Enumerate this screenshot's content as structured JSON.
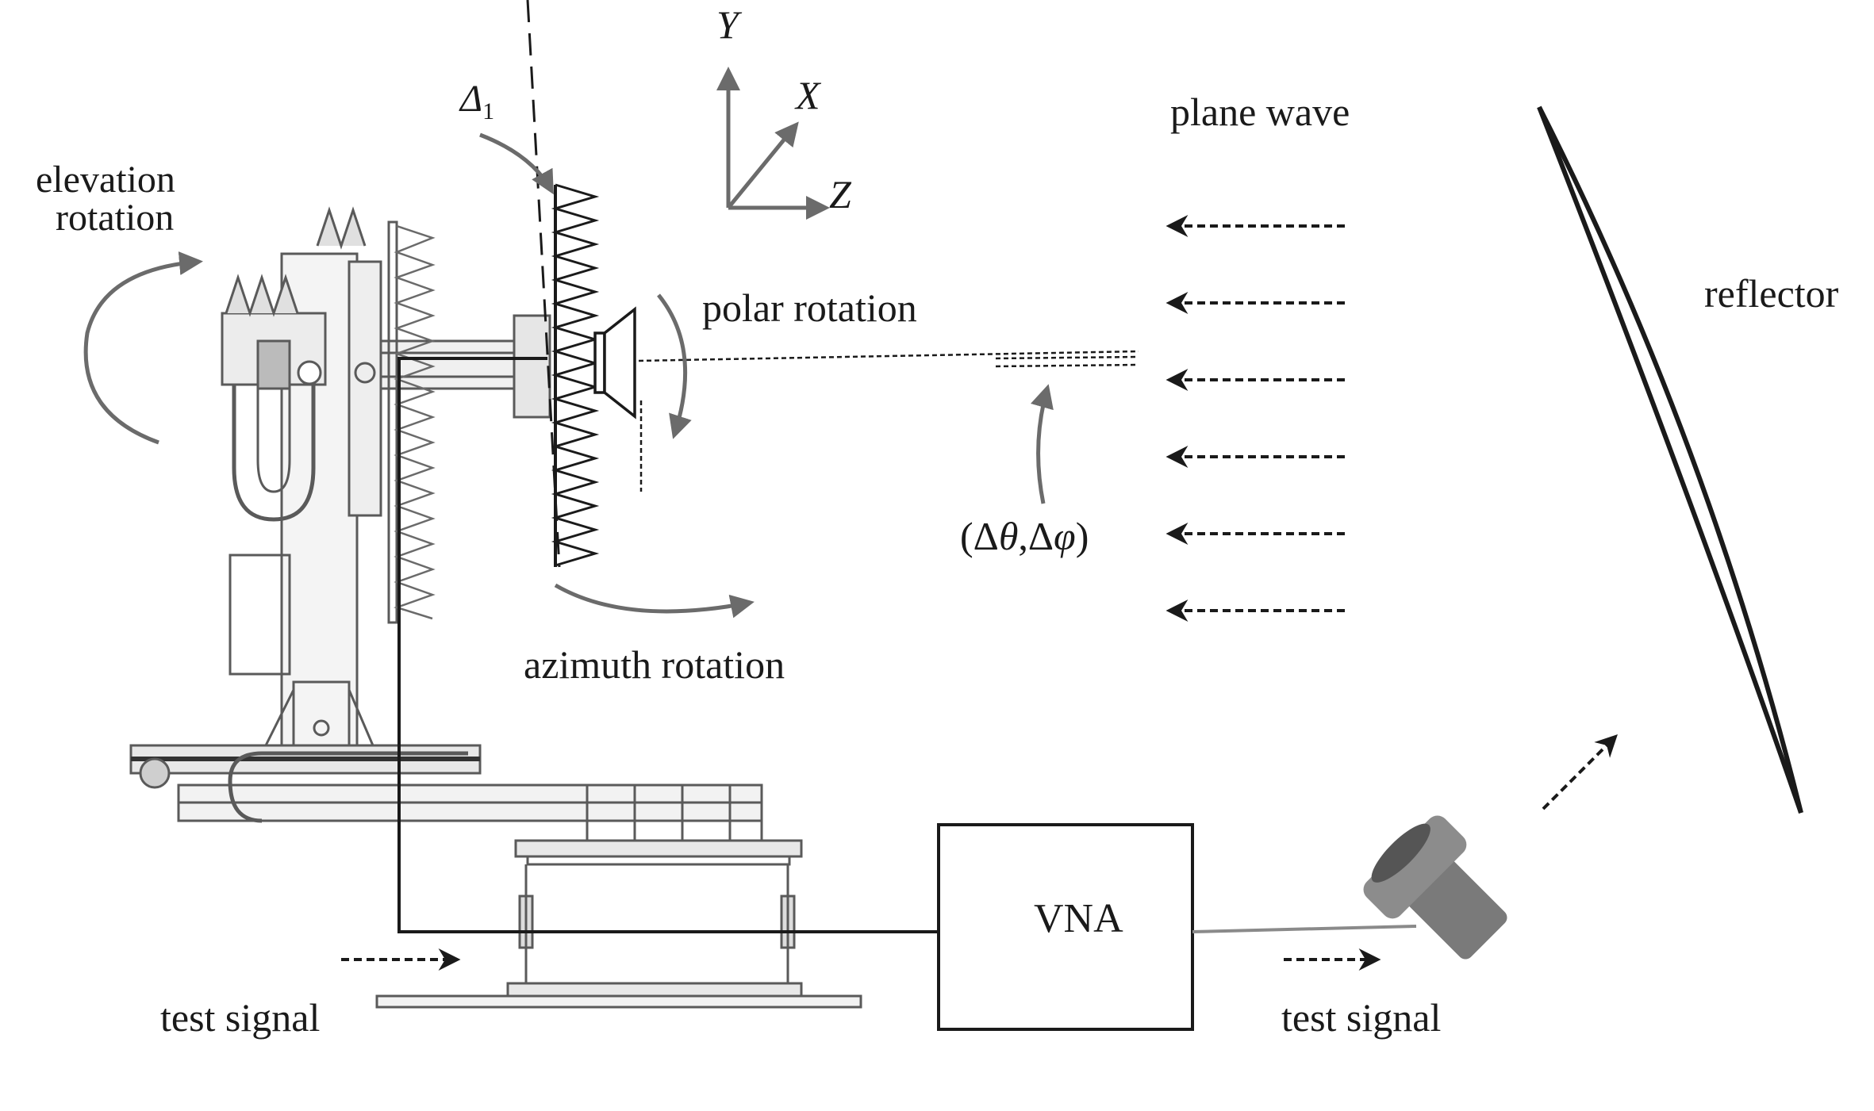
{
  "labels": {
    "elevation_line1": "elevation",
    "elevation_line2": "rotation",
    "delta1_symbol": "Δ",
    "delta1_sub": "1",
    "axis_y": "Y",
    "axis_x": "X",
    "axis_z": "Z",
    "plane_wave": "plane wave",
    "polar_rotation": "polar rotation",
    "reflector": "reflector",
    "delta_angles": "(Δθ,Δφ)",
    "azimuth_rotation": "azimuth rotation",
    "vna": "VNA",
    "test_signal_left": "test signal",
    "test_signal_right": "test signal"
  },
  "colors": {
    "line": "#1a1a1a",
    "rotation_arrow": "#6b6b6b",
    "mechanism": "#5a5a5a",
    "horn": "#7a7a7a"
  },
  "plane_wave_arrows": 6
}
